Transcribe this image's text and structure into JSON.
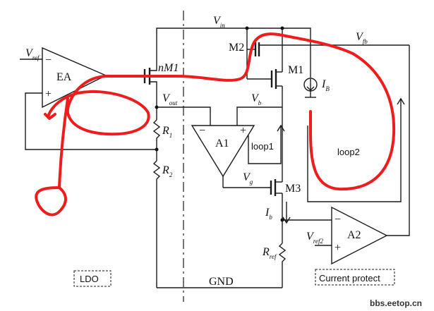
{
  "labels": {
    "vin": "V",
    "vin_sub": "in",
    "vfb": "V",
    "vfb_sub": "fb",
    "vref": "V",
    "vref_sub": "ref",
    "vout": "V",
    "vout_sub": "out",
    "vb": "V",
    "vb_sub": "b",
    "vg": "V",
    "vg_sub": "g",
    "vref2": "V",
    "vref2_sub": "ref2",
    "ea": "EA",
    "nm1": "nM1",
    "m1": "M1",
    "m2": "M2",
    "m3": "M3",
    "ib_big": "I",
    "ib_big_sub": "B",
    "ib_small": "I",
    "ib_small_sub": "b",
    "r1": "R",
    "r1_sub": "1",
    "r2": "R",
    "r2_sub": "2",
    "rref": "R",
    "rref_sub": "ref",
    "a1": "A1",
    "a2": "A2",
    "loop1": "loop1",
    "loop2": "loop2",
    "gnd": "GND",
    "ldo": "LDO",
    "current_protect": "Current protect",
    "minus": "−",
    "plus": "+",
    "watermark": "bbs.eetop.cn"
  }
}
